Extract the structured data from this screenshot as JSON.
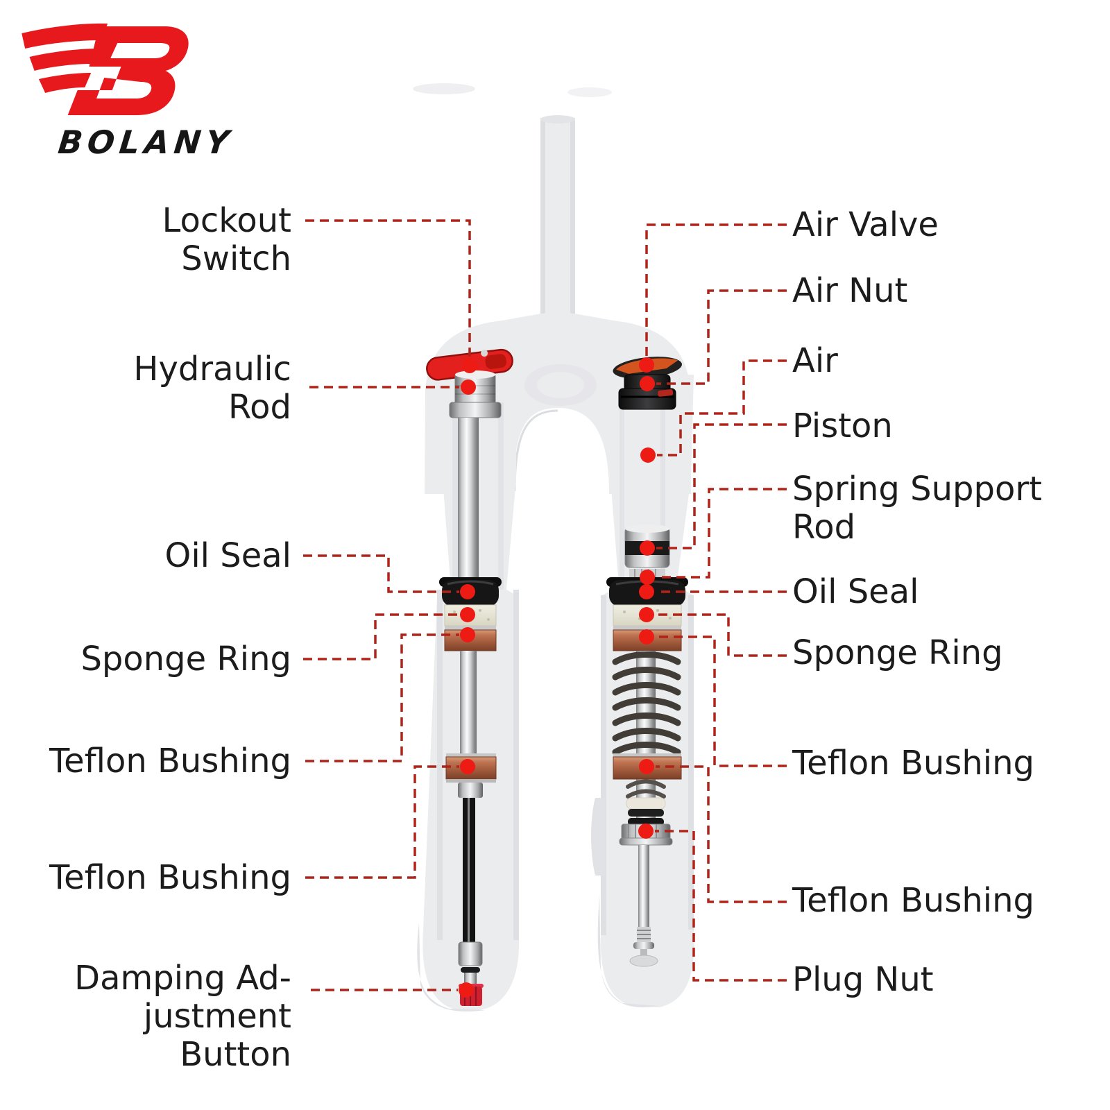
{
  "brand": {
    "wordmark": "BOLANY"
  },
  "colors": {
    "accent_red": "#e8191d",
    "wordmark": "#161616",
    "label_text": "#1c1c1c",
    "connector_line": "#b02318",
    "marker_dot": "#ee1b15",
    "ghost_body": "#ebecee",
    "copper_bushing": "#a85a3c",
    "sponge": "#e9e6d6",
    "chrome": "#d9dadc",
    "seal_black": "#151515",
    "knob_red": "#cf2030"
  },
  "labels": {
    "left": [
      {
        "id": "lockout-switch",
        "lines": [
          "Lockout",
          "Switch"
        ]
      },
      {
        "id": "hydraulic-rod",
        "lines": [
          "Hydraulic",
          "Rod"
        ]
      },
      {
        "id": "oil-seal",
        "lines": [
          "Oil Seal"
        ]
      },
      {
        "id": "sponge-ring",
        "lines": [
          "Sponge Ring"
        ]
      },
      {
        "id": "teflon-bushing-upper",
        "lines": [
          "Teflon Bushing"
        ]
      },
      {
        "id": "teflon-bushing-lower",
        "lines": [
          "Teflon Bushing"
        ]
      },
      {
        "id": "damping-adjustment-button",
        "lines": [
          "Damping Ad-",
          "justment",
          "Button"
        ]
      }
    ],
    "right": [
      {
        "id": "air-valve",
        "lines": [
          "Air Valve"
        ]
      },
      {
        "id": "air-nut",
        "lines": [
          "Air Nut"
        ]
      },
      {
        "id": "air",
        "lines": [
          "Air"
        ]
      },
      {
        "id": "piston",
        "lines": [
          "Piston"
        ]
      },
      {
        "id": "spring-support-rod",
        "lines": [
          "Spring Support",
          "Rod"
        ]
      },
      {
        "id": "oil-seal",
        "lines": [
          "Oil Seal"
        ]
      },
      {
        "id": "sponge-ring",
        "lines": [
          "Sponge Ring"
        ]
      },
      {
        "id": "teflon-bushing-upper",
        "lines": [
          "Teflon Bushing"
        ]
      },
      {
        "id": "teflon-bushing-lower",
        "lines": [
          "Teflon Bushing"
        ]
      },
      {
        "id": "plug-nut",
        "lines": [
          "Plug Nut"
        ]
      }
    ]
  }
}
